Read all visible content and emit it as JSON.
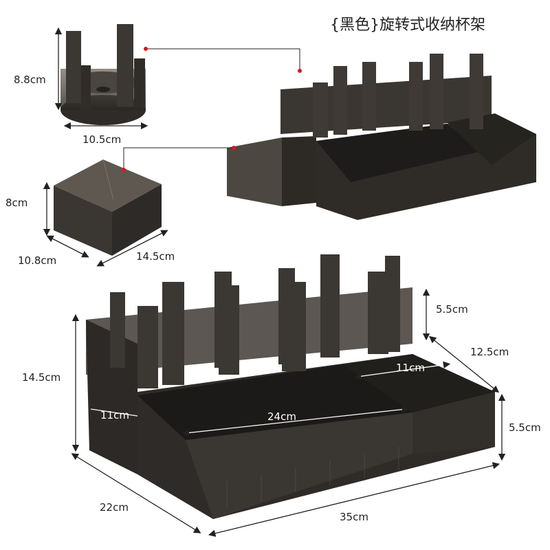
{
  "title": "{黑色}旋转式收纳杯架",
  "labels": {
    "cup_holder_height": "8.8cm",
    "cup_holder_diameter": "10.5cm",
    "drawer_height": "8cm",
    "drawer_depth": "10.8cm",
    "drawer_width": "14.5cm",
    "organizer_height": "14.5cm",
    "organizer_riser_height": "5.5cm",
    "organizer_side_depth": "12.5cm",
    "organizer_side_width": "11cm",
    "organizer_front_height": "5.5cm",
    "organizer_main_width": "24cm",
    "organizer_drawer_width": "11cm",
    "organizer_depth": "22cm",
    "organizer_length": "35cm"
  },
  "colors": {
    "plastic": "#3d3a36",
    "plastic_light": "#5b5650",
    "plastic_dark": "#25231f",
    "accent_dot": "#e0141e"
  }
}
